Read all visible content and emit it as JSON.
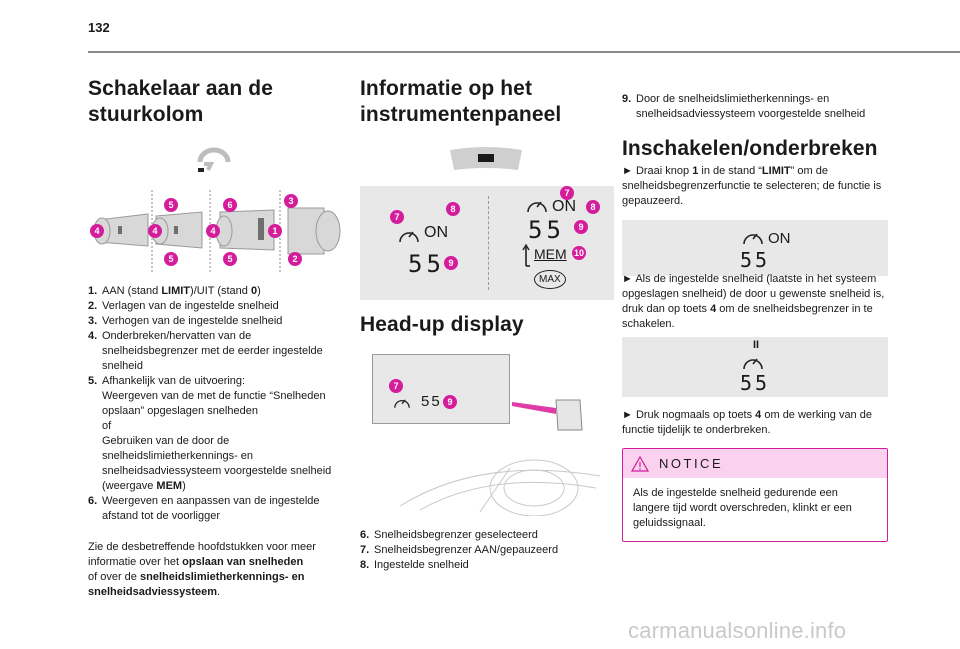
{
  "page_number": "132",
  "col1": {
    "title_line1": "Schakelaar aan de",
    "title_line2": "stuurkolom",
    "callouts": [
      "5",
      "6",
      "3",
      "4",
      "4",
      "4",
      "1",
      "5",
      "5",
      "2"
    ],
    "items": [
      {
        "n": "1.",
        "parts": [
          "AAN (stand ",
          {
            "b": "LIMIT"
          },
          ")/UIT (stand ",
          {
            "b": "0"
          },
          ")"
        ]
      },
      {
        "n": "2.",
        "parts": [
          "Verlagen van de ingestelde snelheid"
        ]
      },
      {
        "n": "3.",
        "parts": [
          "Verhogen van de ingestelde snelheid"
        ]
      },
      {
        "n": "4.",
        "parts": [
          "Onderbreken/hervatten van de snelheidsbegrenzer met de eerder ingestelde snelheid"
        ]
      },
      {
        "n": "5.",
        "parts": [
          "Afhankelijk van de uitvoering:",
          {
            "br": true
          },
          "Weergeven van de met de functie “Snelheden opslaan” opgeslagen snelheden",
          {
            "br": true
          },
          "of",
          {
            "br": true
          },
          "Gebruiken van de door de snelheidslimietherkennings- en snelheidsadviessysteem voorgestelde snelheid (weergave ",
          {
            "b": "MEM"
          },
          ")"
        ]
      },
      {
        "n": "6.",
        "parts": [
          "Weergeven en aanpassen van de ingestelde afstand tot de voorligger"
        ]
      }
    ],
    "footer_parts": [
      "Zie de desbetreffende hoofdstukken voor meer informatie over het ",
      {
        "b": "opslaan van snelheden"
      },
      {
        "br": true
      },
      "of over de ",
      {
        "b": "snelheidslimietherkennings- en snelheidsadviessysteem"
      },
      "."
    ]
  },
  "col2": {
    "title_line1": "Informatie op het",
    "title_line2": "instrumentenpaneel",
    "display": {
      "left_on": "ON",
      "left_speed": "55",
      "right_on": "ON",
      "right_speed": "55",
      "mem": "MEM",
      "max": "MAX",
      "callouts": [
        "7",
        "8",
        "9",
        "7",
        "8",
        "9",
        "10"
      ]
    },
    "hud_title": "Head-up display",
    "hud_speed": "55",
    "hud_callouts": [
      "7",
      "9"
    ],
    "items": [
      {
        "n": "6.",
        "parts": [
          "Snelheidsbegrenzer geselecteerd"
        ]
      },
      {
        "n": "7.",
        "parts": [
          "Snelheidsbegrenzer AAN/gepauzeerd"
        ]
      },
      {
        "n": "8.",
        "parts": [
          "Ingestelde snelheid"
        ]
      }
    ]
  },
  "col3": {
    "top_item": {
      "n": "9.",
      "parts": [
        "Door de snelheidslimietherkennings- en snelheidsadviessysteem voorgestelde snelheid"
      ]
    },
    "title": "Inschakelen/onderbreken",
    "p1_parts": [
      "► Draai knop ",
      {
        "b": "1"
      },
      " in de stand “",
      {
        "b": "LIMIT"
      },
      "” om de snelheidsbegrenzerfunctie te selecteren; de functie is gepauzeerd."
    ],
    "fig1": {
      "on": "ON",
      "speed": "55"
    },
    "p2_parts": [
      "► Als de ingestelde snelheid (laatste in het systeem opgeslagen snelheid) de door u gewenste snelheid is, druk dan op toets ",
      {
        "b": "4"
      },
      " om de snelheidsbegrenzer in te schakelen."
    ],
    "fig2": {
      "pause": "II",
      "speed": "55"
    },
    "p3_parts": [
      "► Druk nogmaals op toets ",
      {
        "b": "4"
      },
      " om de werking van de functie tijdelijk te onderbreken."
    ],
    "notice_title": "NOTICE",
    "notice_text": "Als de ingestelde snelheid gedurende een langere tijd wordt overschreden, klinkt er een geluidssignaal."
  },
  "watermark": "carmanualsonline.info"
}
